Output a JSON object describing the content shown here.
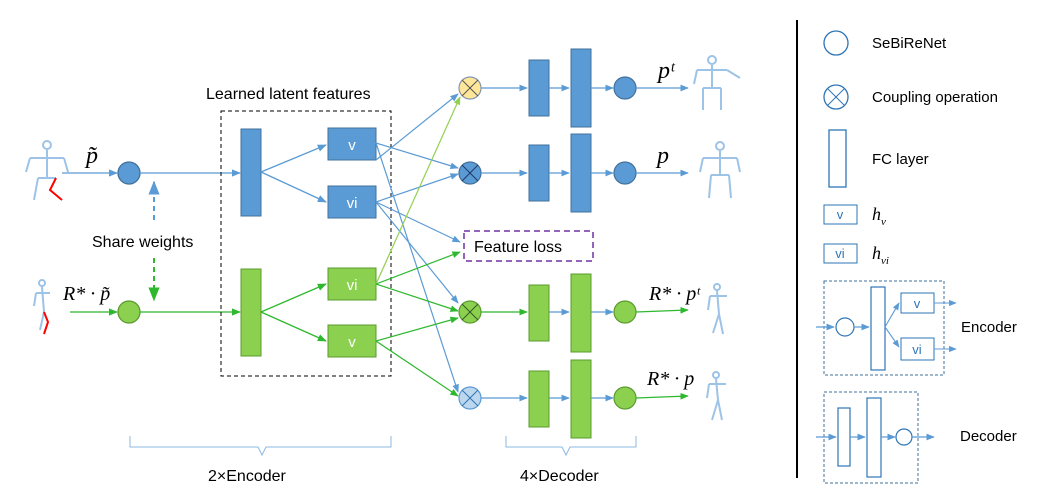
{
  "labels": {
    "learned_latent": "Learned latent features",
    "share_weights": "Share weights",
    "feature_loss": "Feature loss",
    "encoder_count": "2×Encoder",
    "decoder_count": "4×Decoder"
  },
  "math": {
    "p_tilde": "p̃",
    "R_star_p_tilde": "R* · p̃",
    "p_t": "pᵗ",
    "p": "p",
    "R_star_p_t": "R* · pᵗ",
    "R_star_p": "R* · p"
  },
  "boxes": {
    "v": "v",
    "vi": "vi"
  },
  "legend": {
    "sebirenet": "SeBiReNet",
    "coupling": "Coupling operation",
    "fc_layer": "FC layer",
    "h_v": "h",
    "h_v_sub": "v",
    "h_vi": "h",
    "h_vi_sub": "vi",
    "encoder": "Encoder",
    "decoder": "Decoder"
  },
  "colors": {
    "blue": "#5b9bd5",
    "blue_stroke": "#41719c",
    "green": "#8bd14f",
    "green_stroke": "#5b9b2f",
    "yellow": "#ffe699",
    "light_blue": "#bdd7ee",
    "purple": "#7030a0",
    "arrow_blue": "#5b9bd5",
    "arrow_green": "#2eb82e"
  }
}
